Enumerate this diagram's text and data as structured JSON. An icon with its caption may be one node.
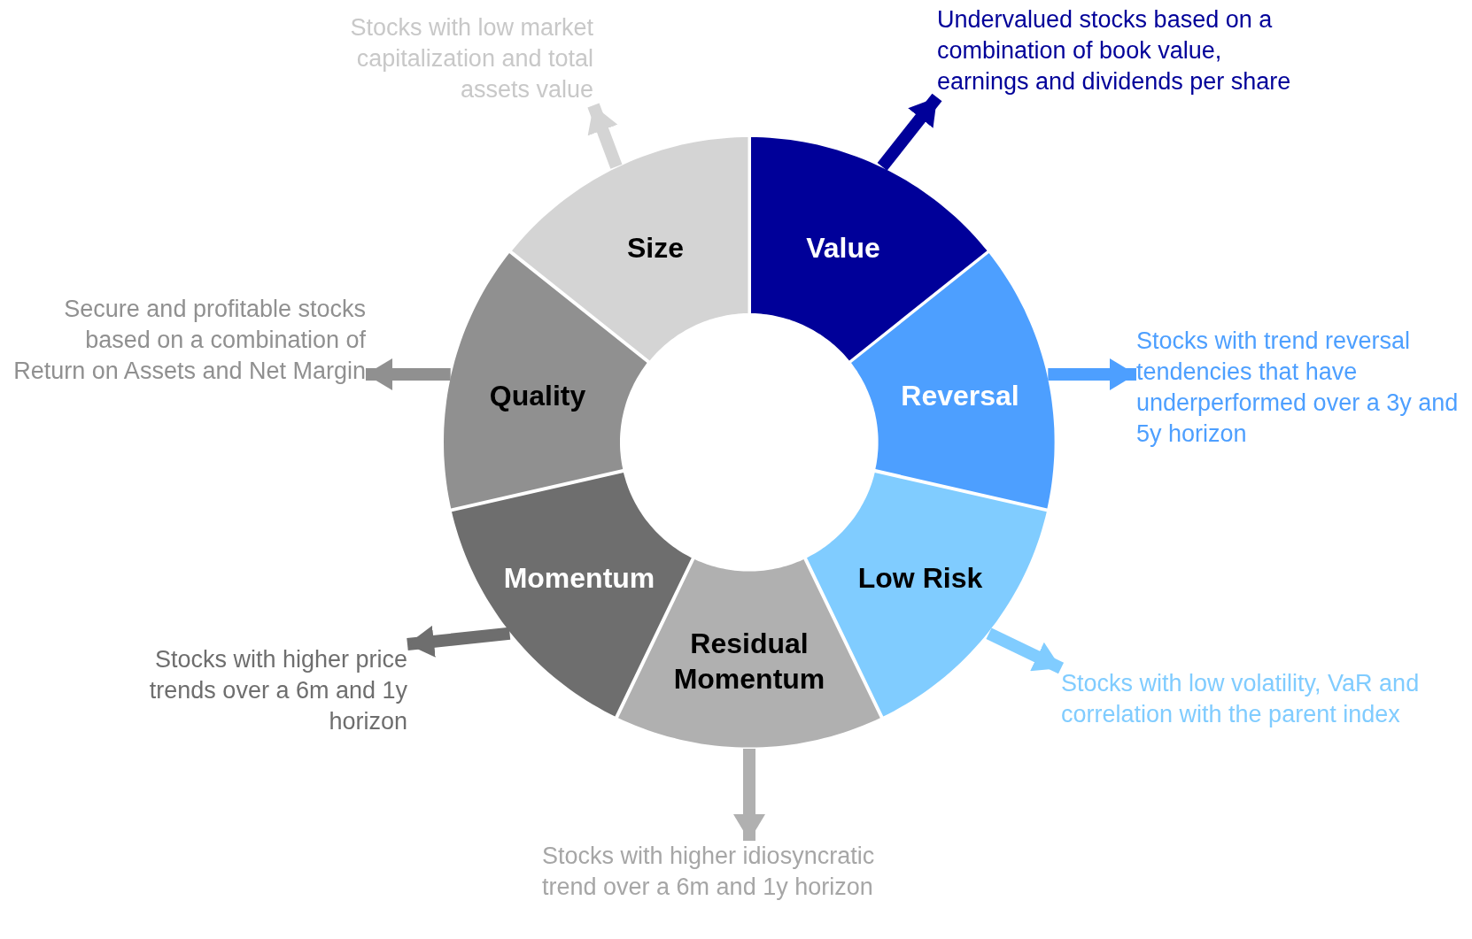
{
  "diagram": {
    "nodes": [
      {
        "text": [
          "Value"
        ]
      },
      {
        "text": [
          "Reversal"
        ]
      },
      {
        "text": [
          "Low Risk"
        ]
      },
      {
        "text": [
          "Residual Momentum"
        ]
      },
      {
        "text": [
          "Momentum"
        ]
      },
      {
        "text": [
          "Quality"
        ]
      },
      {
        "text": [
          "Size"
        ]
      },
      {
        "text": [
          "Undervalued stocks based on a combination of book value, earnings and dividends per share"
        ]
      },
      {
        "text": [
          "Stocks with trend reversal tendencies that have underperformed over a 3y and 5y horizon"
        ]
      },
      {
        "text": [
          "Stocks with low volatility, VaR and correlation with the parent index"
        ]
      },
      {
        "text": [
          "Stocks with higher idiosyncratic trend over a 6m and 1y horizon"
        ]
      },
      {
        "text": [
          "Stocks with higher price trends over a 6m and 1y horizon"
        ]
      },
      {
        "text": [
          "Secure and profitable stocks based on a combination of Return on Assets and Net Margin"
        ]
      },
      {
        "text": [
          "Stocks with low market capitalization and total assets value"
        ]
      }
    ],
    "edges": [
      {
        "from": 0,
        "to": 7,
        "arrow": "to",
        "color": "#000099"
      },
      {
        "from": 1,
        "to": 8,
        "arrow": "to",
        "color": "#4d9fff"
      },
      {
        "from": 2,
        "to": 9,
        "arrow": "to",
        "color": "#80ccff"
      },
      {
        "from": 3,
        "to": 10,
        "arrow": "to",
        "color": "#b0b0b0"
      },
      {
        "from": 4,
        "to": 11,
        "arrow": "to",
        "color": "#6e6e6e"
      },
      {
        "from": 5,
        "to": 12,
        "arrow": "to",
        "color": "#909090"
      },
      {
        "from": 6,
        "to": 13,
        "arrow": "to",
        "color": "#d4d4d4"
      }
    ]
  }
}
